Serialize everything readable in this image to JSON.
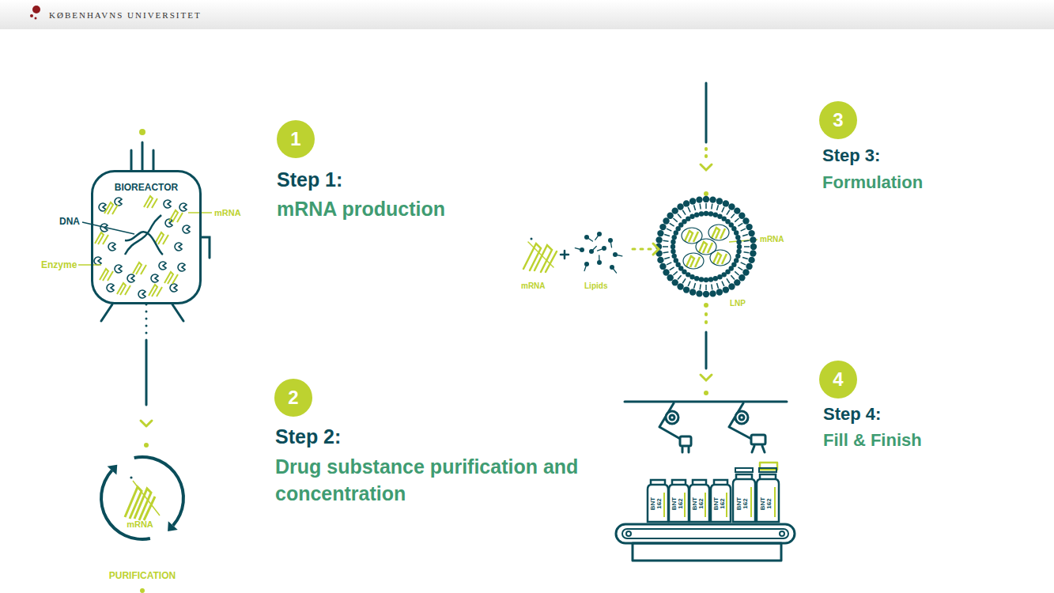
{
  "diagram": {
    "nodes": [
      {
        "text": [
          "BIOREACTOR"
        ]
      },
      {
        "text": [
          "1",
          "Step 1:",
          "mRNA production"
        ]
      },
      {
        "text": [
          "3",
          "Step 3:",
          "Formulation"
        ]
      },
      {
        "text": [
          "LNP"
        ]
      },
      {
        "text": [
          "mRNA",
          "PURIFICATION"
        ]
      },
      {
        "text": [
          "2",
          "Step 2:",
          "Drug substance purification and concentration"
        ]
      },
      {
        "text": [
          "4",
          "Step 4:",
          "Fill & Finish"
        ]
      }
    ],
    "edges": [
      {
        "from": 0,
        "to": 4,
        "arrow": "to"
      }
    ],
    "labels": [
      "KØBENHAVNS UNIVERSITET",
      "DNA",
      "mRNA",
      "Enzyme",
      "mRNA",
      "Lipids",
      "mRNA",
      "BNT 162",
      "BNT 162",
      "BNT 162",
      "BNT 162",
      "BNT 162",
      "BNT 162"
    ]
  }
}
